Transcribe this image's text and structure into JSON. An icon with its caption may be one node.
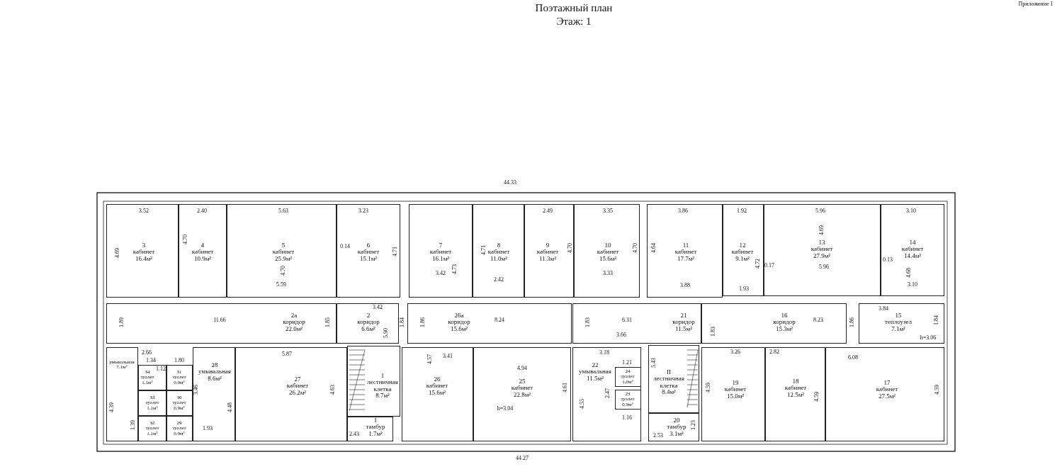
{
  "diagram": {
    "title": "Поэтажный план",
    "nodes": [
      {
        "text": [
          "3 кабинет 16.4м²"
        ]
      },
      {
        "text": [
          "4 кабинет 10.9м²"
        ]
      },
      {
        "text": [
          "5 кабинет 25.9м²"
        ]
      },
      {
        "text": [
          "6 кабинет 15.1м²"
        ]
      },
      {
        "text": [
          "7 кабинет 16.1м²"
        ]
      },
      {
        "text": [
          "8 кабинет 11.0м²"
        ]
      },
      {
        "text": [
          "9 кабинет 11.3м²"
        ]
      },
      {
        "text": [
          "10 кабинет 15.6м²"
        ]
      },
      {
        "text": [
          "11 кабинет 17.7м²"
        ]
      },
      {
        "text": [
          "12 кабинет 9.1м²"
        ]
      },
      {
        "text": [
          "13 кабинет 27.9м²"
        ]
      },
      {
        "text": [
          "14 кабинет 14.4м²"
        ]
      },
      {
        "text": [
          "2а коридор 22.0м²"
        ]
      },
      {
        "text": [
          "2 коридор 6.6м²"
        ]
      },
      {
        "text": [
          "26а коридор 15.6м²"
        ]
      },
      {
        "text": [
          "21 коридор 11.5м²"
        ]
      },
      {
        "text": [
          "16 коридор 15.3м²"
        ]
      },
      {
        "text": [
          "15 теплоузел 7.1м²"
        ]
      },
      {
        "text": [
          "умывальная 7.1м²"
        ]
      },
      {
        "text": [
          "34 туалет 1.1м²"
        ]
      },
      {
        "text": [
          "31 туалет 0.9м²"
        ]
      },
      {
        "text": [
          "33 туалет 1.1м²"
        ]
      },
      {
        "text": [
          "30 туалет 0.9м²"
        ]
      },
      {
        "text": [
          "32 туалет 1.1м²"
        ]
      },
      {
        "text": [
          "29 туалет 0.9м²"
        ]
      },
      {
        "text": [
          "28 умывальная 8.6м²"
        ]
      },
      {
        "text": [
          "27 кабинет 26.2м²"
        ]
      },
      {
        "text": [
          "1 лестничная клетка 8.7м²"
        ]
      },
      {
        "text": [
          "1 тамбур 1.7м²"
        ]
      },
      {
        "text": [
          "26 кабинет 15.6м²"
        ]
      },
      {
        "text": [
          "25 кабинет 22.8м²"
        ]
      },
      {
        "text": [
          "22 умывальная 11.5м²"
        ]
      },
      {
        "text": [
          "24 туалет 1.0м²"
        ],
        "in": 31
      },
      {
        "text": [
          "23 туалет 0.9м²"
        ],
        "in": 31
      },
      {
        "text": [
          "II лестничная клетка 8.4м²"
        ]
      },
      {
        "text": [
          "20 тамбур 3.1м²"
        ]
      },
      {
        "text": [
          "19 кабинет 15.0м²"
        ]
      },
      {
        "text": [
          "18 кабинет 12.5м²"
        ]
      },
      {
        "text": [
          "17 кабинет 27.5м²"
        ]
      }
    ],
    "labels": [
      "Этаж: 1",
      "Приложение 1",
      "44.33",
      "3.52",
      "2.40",
      "5.63",
      "3.23",
      "2.49",
      "3.35",
      "3.86",
      "1.92",
      "5.96",
      "3.10",
      "4.69",
      "4.70",
      "0.14",
      "4.70",
      "5.59",
      "4.71",
      "4.73",
      "3.42",
      "4.71",
      "2.42",
      "4.70",
      "3.33",
      "4.70",
      "4.64",
      "3.88",
      "4.69",
      "4.72",
      "0.17",
      "5.96",
      "0.13",
      "4.68",
      "3.10",
      "1.93",
      "3.42",
      "1.89",
      "11.66",
      "1.85",
      "1.84",
      "1.86",
      "8.24",
      "1.83",
      "6.31",
      "1.83",
      "3.84",
      "8.23",
      "1.86",
      "1.84",
      "h=3.06",
      "2.66",
      "1.34",
      "1.80",
      "5.87",
      "5.90",
      "1.12",
      "4.39",
      "1.39",
      "3.46",
      "4.48",
      "4.63",
      "1.93",
      "2.43",
      "4.57",
      "3.41",
      "4.94",
      "h=3.04",
      "4.61",
      "4.55",
      "3.66",
      "3.18",
      "1.21",
      "2.47",
      "1.16",
      "5.43",
      "2.53",
      "1.23",
      "4.59",
      "3.26",
      "2.82",
      "6.08",
      "4.59",
      "4.59",
      "44.27"
    ]
  }
}
